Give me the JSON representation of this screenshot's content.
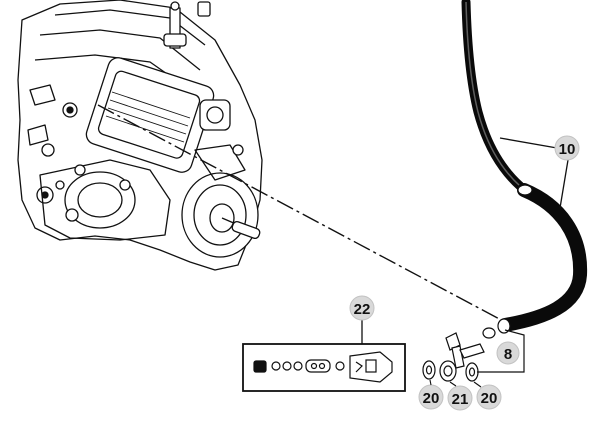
{
  "callouts": {
    "c10": "10",
    "c22": "22",
    "c8": "8",
    "c20a": "20",
    "c21": "21",
    "c20b": "20"
  },
  "colors": {
    "ink": "#111111",
    "hose": "#0a0a0a",
    "callout_fill": "#d9d9d9",
    "background": "#ffffff"
  },
  "icons": {
    "pump": "fuel-injection-pump-drawing",
    "hose": "fuel-return-hose",
    "kit": "seal-kit-parts",
    "fitting": "banjo-fitting"
  }
}
